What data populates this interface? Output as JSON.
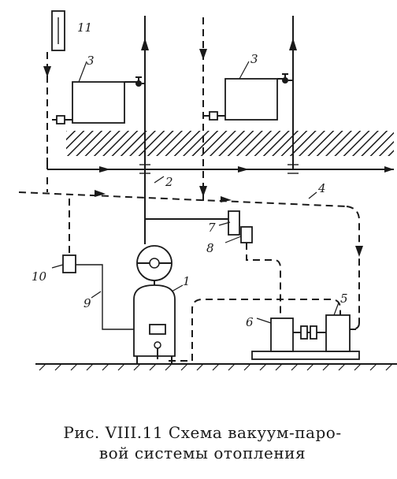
{
  "caption": {
    "line1": "Рис. VIII.11 Схема вакуум-паро-",
    "line2": "вой системы отопления"
  },
  "labels": {
    "n1": "1",
    "n2": "2",
    "n3a": "3",
    "n3b": "3",
    "n4": "4",
    "n5": "5",
    "n6": "6",
    "n7": "7",
    "n8": "8",
    "n9": "9",
    "n10": "10",
    "n11": "11"
  }
}
